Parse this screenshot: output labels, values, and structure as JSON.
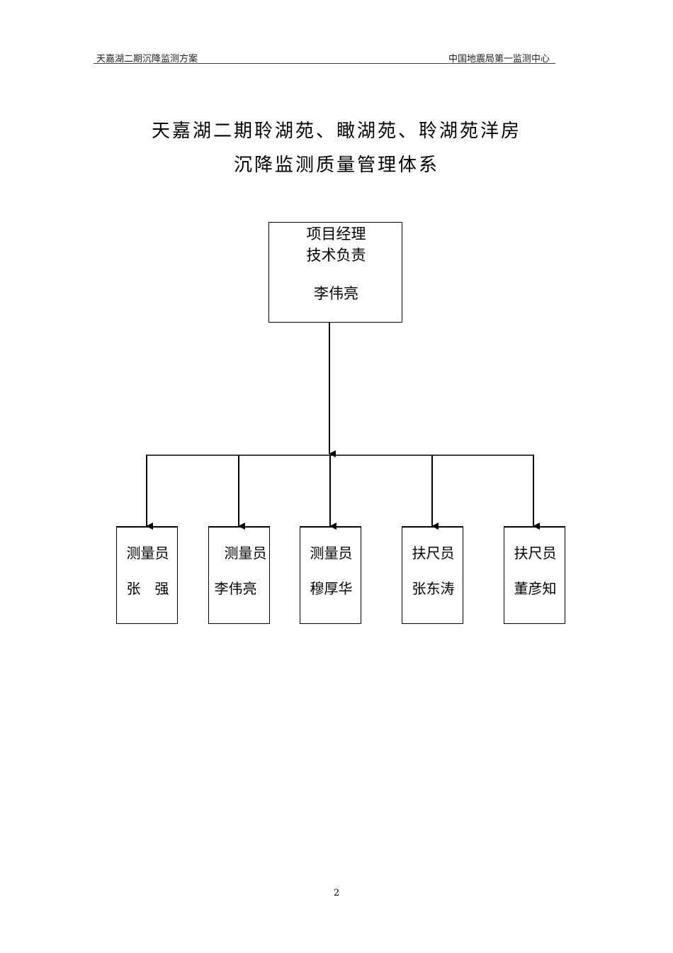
{
  "header": {
    "left": "天嘉湖二期沉降监测方案",
    "right": "中国地震局第一监测中心"
  },
  "title": {
    "line1": "天嘉湖二期聆湖苑、瞰湖苑、聆湖苑洋房",
    "line2": "沉降监测质量管理体系"
  },
  "org": {
    "top": {
      "line1": "项目经理",
      "line2": "技术负责",
      "name": "李伟亮"
    },
    "members": [
      {
        "role": "测量员",
        "name": "张　强"
      },
      {
        "role": "测量员",
        "name": "李伟亮"
      },
      {
        "role": "测量员",
        "name": "穆厚华"
      },
      {
        "role": "扶尺员",
        "name": "张东涛"
      },
      {
        "role": "扶尺员",
        "name": "董彦知"
      }
    ]
  },
  "page_number": "2"
}
